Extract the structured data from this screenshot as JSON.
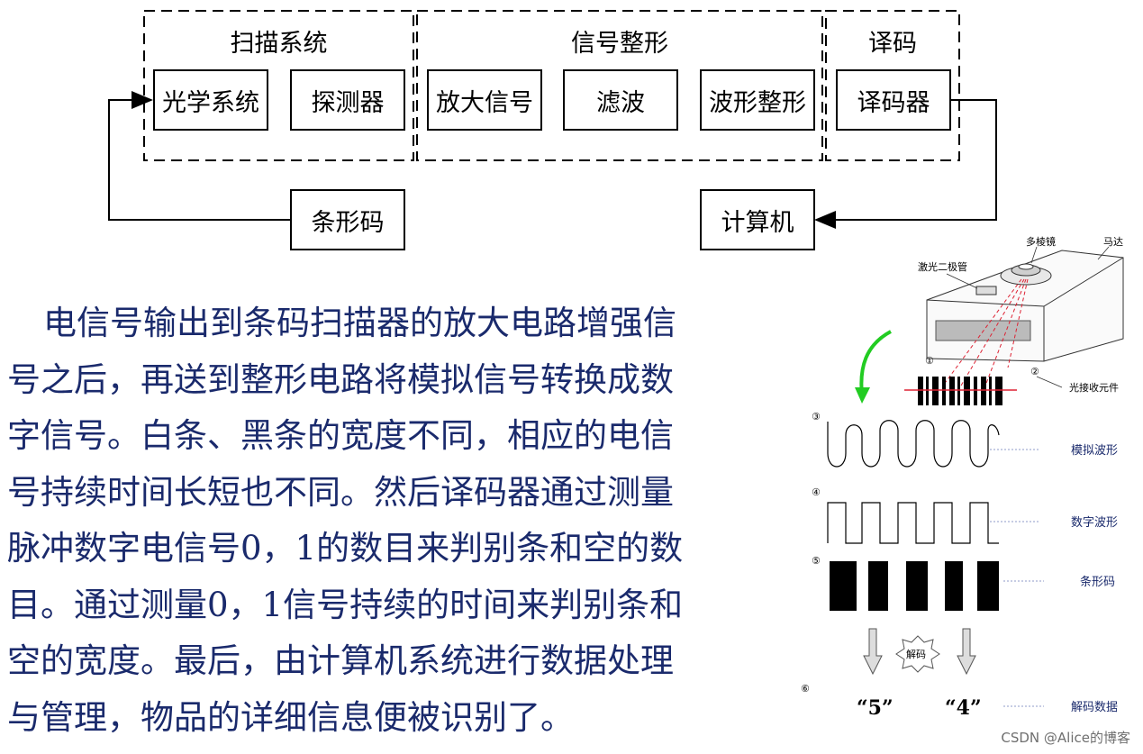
{
  "diagram": {
    "groups": {
      "scan": "扫描系统",
      "shaping": "信号整形",
      "decode": "译码"
    },
    "boxes": {
      "optics": "光学系统",
      "detector": "探测器",
      "amplify": "放大信号",
      "filter": "滤波",
      "waveshape": "波形整形",
      "decoder": "译码器",
      "barcode": "条形码",
      "computer": "计算机"
    }
  },
  "paragraph": {
    "lines": [
      "电信号输出到条码扫描器的放大电路增强信",
      "号之后，再送到整形电路将模拟信号转换成数",
      "字信号。白条、黑条的宽度不同，相应的电信",
      "号持续时间长短也不同。然后译码器通过测量",
      "脉冲数字电信号0，1的数目来判别条和空的数",
      "目。通过测量0，1信号持续的时间来判别条和",
      "空的宽度。最后，由计算机系统进行数据处理",
      "与管理，物品的详细信息便被识别了。"
    ]
  },
  "figure": {
    "polygon_mirror": "多棱镜",
    "motor": "马达",
    "laser_diode": "激光二极管",
    "receiver": "光接收元件",
    "analog_wave": "模拟波形",
    "digital_wave": "数字波形",
    "barcode": "条形码",
    "decode_label": "解码",
    "decoded_data": "解码数据",
    "digit_5": "“5”",
    "digit_4": "“4”",
    "markers": [
      "①",
      "②",
      "③",
      "④",
      "⑤",
      "⑥"
    ]
  },
  "watermark": "CSDN @Alice的博客"
}
